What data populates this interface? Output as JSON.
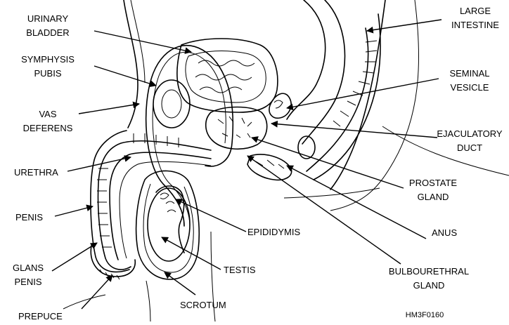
{
  "labels": {
    "urinary_bladder": [
      "URINARY",
      "BLADDER"
    ],
    "symphysis_pubis": [
      "SYMPHYSIS",
      "PUBIS"
    ],
    "vas_deferens": [
      "VAS",
      "DEFERENS"
    ],
    "urethra": "URETHRA",
    "penis": "PENIS",
    "glans_penis": [
      "GLANS",
      "PENIS"
    ],
    "prepuce": "PREPUCE",
    "large_intestine": [
      "LARGE",
      "INTESTINE"
    ],
    "seminal_vesicle": [
      "SEMINAL",
      "VESICLE"
    ],
    "ejaculatory_duct": [
      "EJACULATORY",
      "DUCT"
    ],
    "prostate_gland": [
      "PROSTATE",
      "GLAND"
    ],
    "anus": "ANUS",
    "bulbourethral_gland": [
      "BULBOURETHRAL",
      "GLAND"
    ],
    "epididymis": "EPIDIDYMIS",
    "testis": "TESTIS",
    "scrotum": "SCROTUM"
  },
  "figure_id": "HM3F0160"
}
